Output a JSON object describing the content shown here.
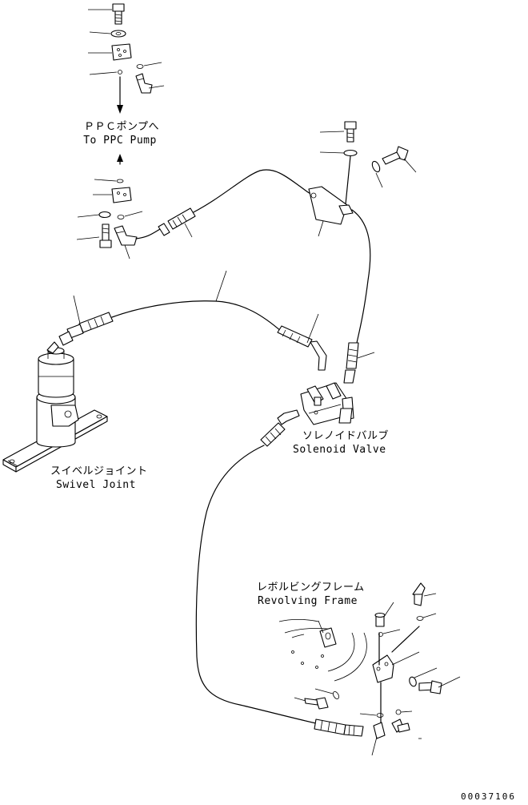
{
  "labels": {
    "ppc_pump_jp": "ＰＰＣポンプへ",
    "ppc_pump_en": "To PPC Pump",
    "solenoid_jp": "ソレノイドバルブ",
    "solenoid_en": "Solenoid Valve",
    "swivel_jp": "スイベルジョイント",
    "swivel_en": "Swivel Joint",
    "frame_jp": "レボルビングフレーム",
    "frame_en": "Revolving Frame"
  },
  "drawing_number": "00037106",
  "icons": [
    "bolt-icon",
    "washer-icon",
    "o-ring-icon",
    "block-icon",
    "elbow-icon",
    "arrow-icon"
  ]
}
